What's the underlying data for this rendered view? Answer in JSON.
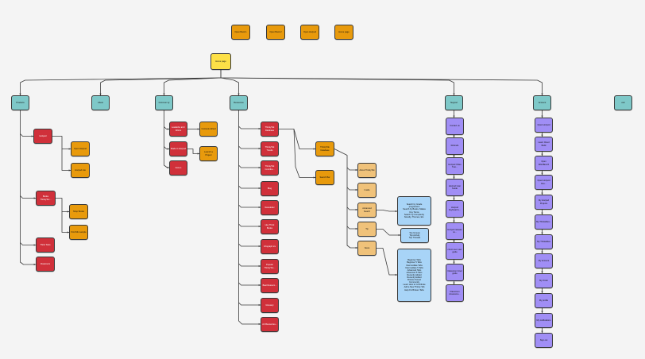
{
  "top_row": [
    "Open Book 1",
    "Open Book 2",
    "Open Hozpod",
    "Home page"
  ],
  "root": "Home page",
  "level1": [
    "Products",
    "About",
    "Commun ity",
    "Resources",
    "Support",
    "Account",
    "cart"
  ],
  "products": {
    "hozpod": "Hozpod",
    "hozpod_children": [
      "Open Hozpod",
      "Hozpod Lite"
    ],
    "books": "Books ThinkyTec...",
    "books_children": [
      "Shop Books",
      "Kind Mix sample"
    ],
    "other": [
      "Think Tools",
      "Classroom"
    ]
  },
  "community": {
    "items": [
      "Leaderbo ard / Works",
      "Made in Hozpod",
      "Forum"
    ],
    "children": [
      "Contests dirtied",
      "Launch a Project"
    ]
  },
  "resources": {
    "items": [
      "ThinkyTok Database",
      "ThinkyTok Trends",
      "ThinkyTok Contribu...",
      "Blog",
      "Newsletter",
      "Hey Think Books",
      "Infograph ics",
      "Popular ThinkyTos...",
      "Best Resourc...",
      "Glossary",
      "Art Resources..."
    ],
    "sub": [
      "ThinkyTok Database",
      "Search Bar"
    ],
    "leaves": [
      "About ThinkyTok",
      "Inside",
      "Advanced Search",
      "Tip",
      "News"
    ],
    "info": [
      "Search by Grade\nprogression\nSearch by Books, Makes\nKey Terms\nSearch by Complexity\nNovelty, Themes, Etc.",
      "Top Groups\nTop Activity\nTop Threads",
      "Beginner Tabs\nBeginner 5 Tabs\nIntermediate Tabs\nIntermediate 5 Tabs\nAdvanced Tabs\nAdvanced 5 Tabs\nRecently Added\nRecently Edited\nBrowse Saved\nCommunity\nLearn How to Contribute\nAdd a New Thinky Tab\nHelp Fix Broken Tabs"
    ]
  },
  "support": [
    "Contact us",
    "Refunds",
    "Hozpod Video Tuto...",
    "Hozpod User Guide",
    "Hozpod Keyboard s...",
    "Hozpod release no...",
    "ciront user user guide",
    "Classroom User guide",
    "Classroom Assessme..."
  ],
  "account": [
    "Open Hozpod",
    "Learn Cloud Build",
    "Open WorkBench",
    "Open Hozpod Dev...",
    "My Hozpod Projects",
    "My Thinkables...",
    "My Thinkables",
    "My Account",
    "My Order",
    "My profile",
    "My notifications",
    "Sign out"
  ]
}
